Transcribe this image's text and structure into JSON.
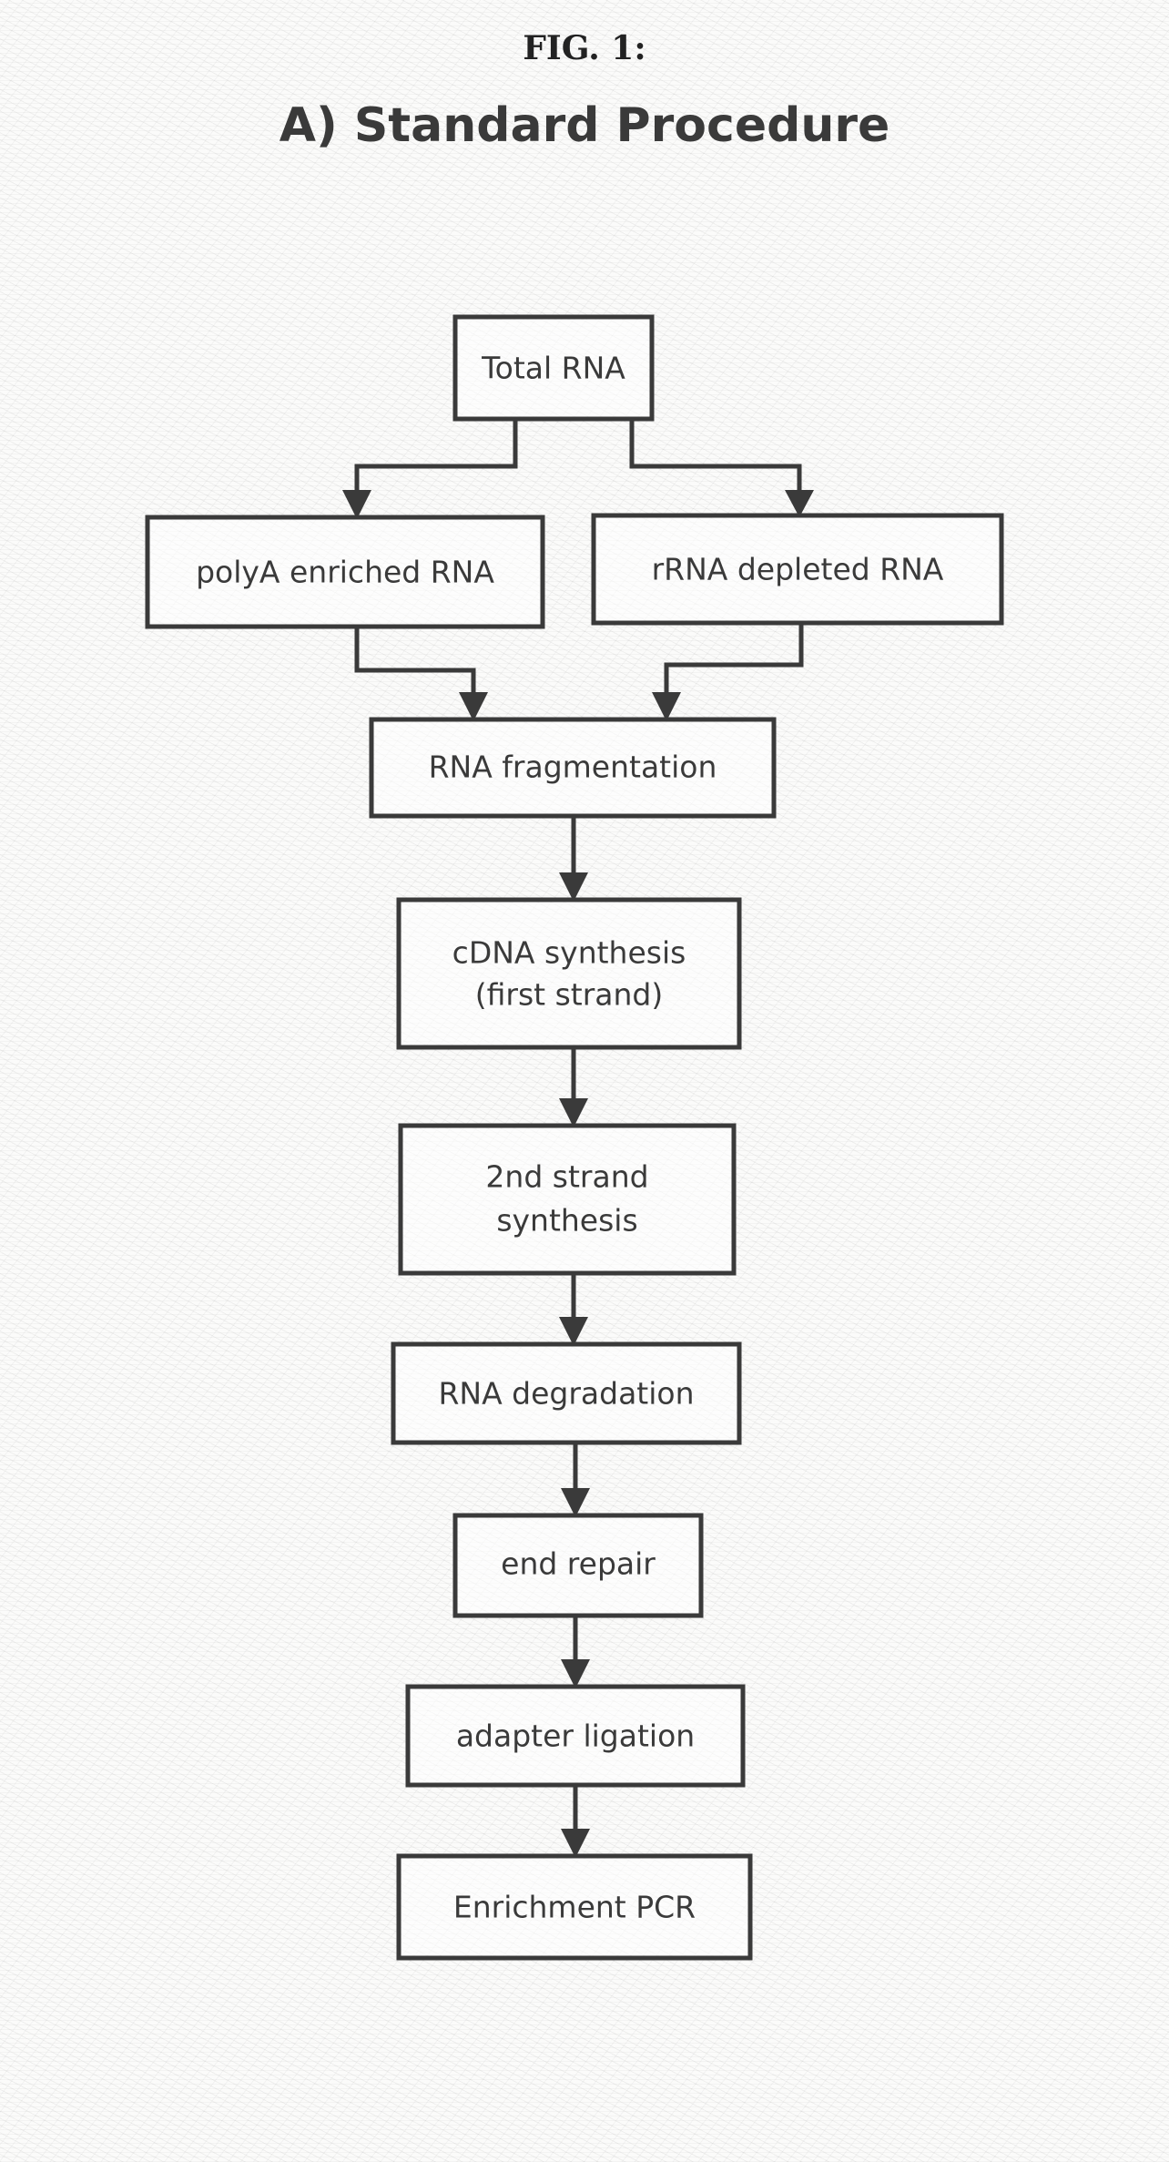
{
  "figure": {
    "label": "FIG. 1:",
    "title": "A) Standard Procedure"
  },
  "nodes": {
    "total_rna": "Total RNA",
    "polya_enriched": "polyA enriched RNA",
    "rrna_depleted": "rRNA depleted RNA",
    "fragmentation": "RNA fragmentation",
    "cdna_synthesis_1": "cDNA synthesis",
    "cdna_synthesis_2": "(first strand)",
    "second_strand_1": "2nd strand",
    "second_strand_2": "synthesis",
    "degradation": "RNA degradation",
    "end_repair": "end repair",
    "adapter_ligation": "adapter ligation",
    "enrichment_pcr": "Enrichment PCR"
  }
}
